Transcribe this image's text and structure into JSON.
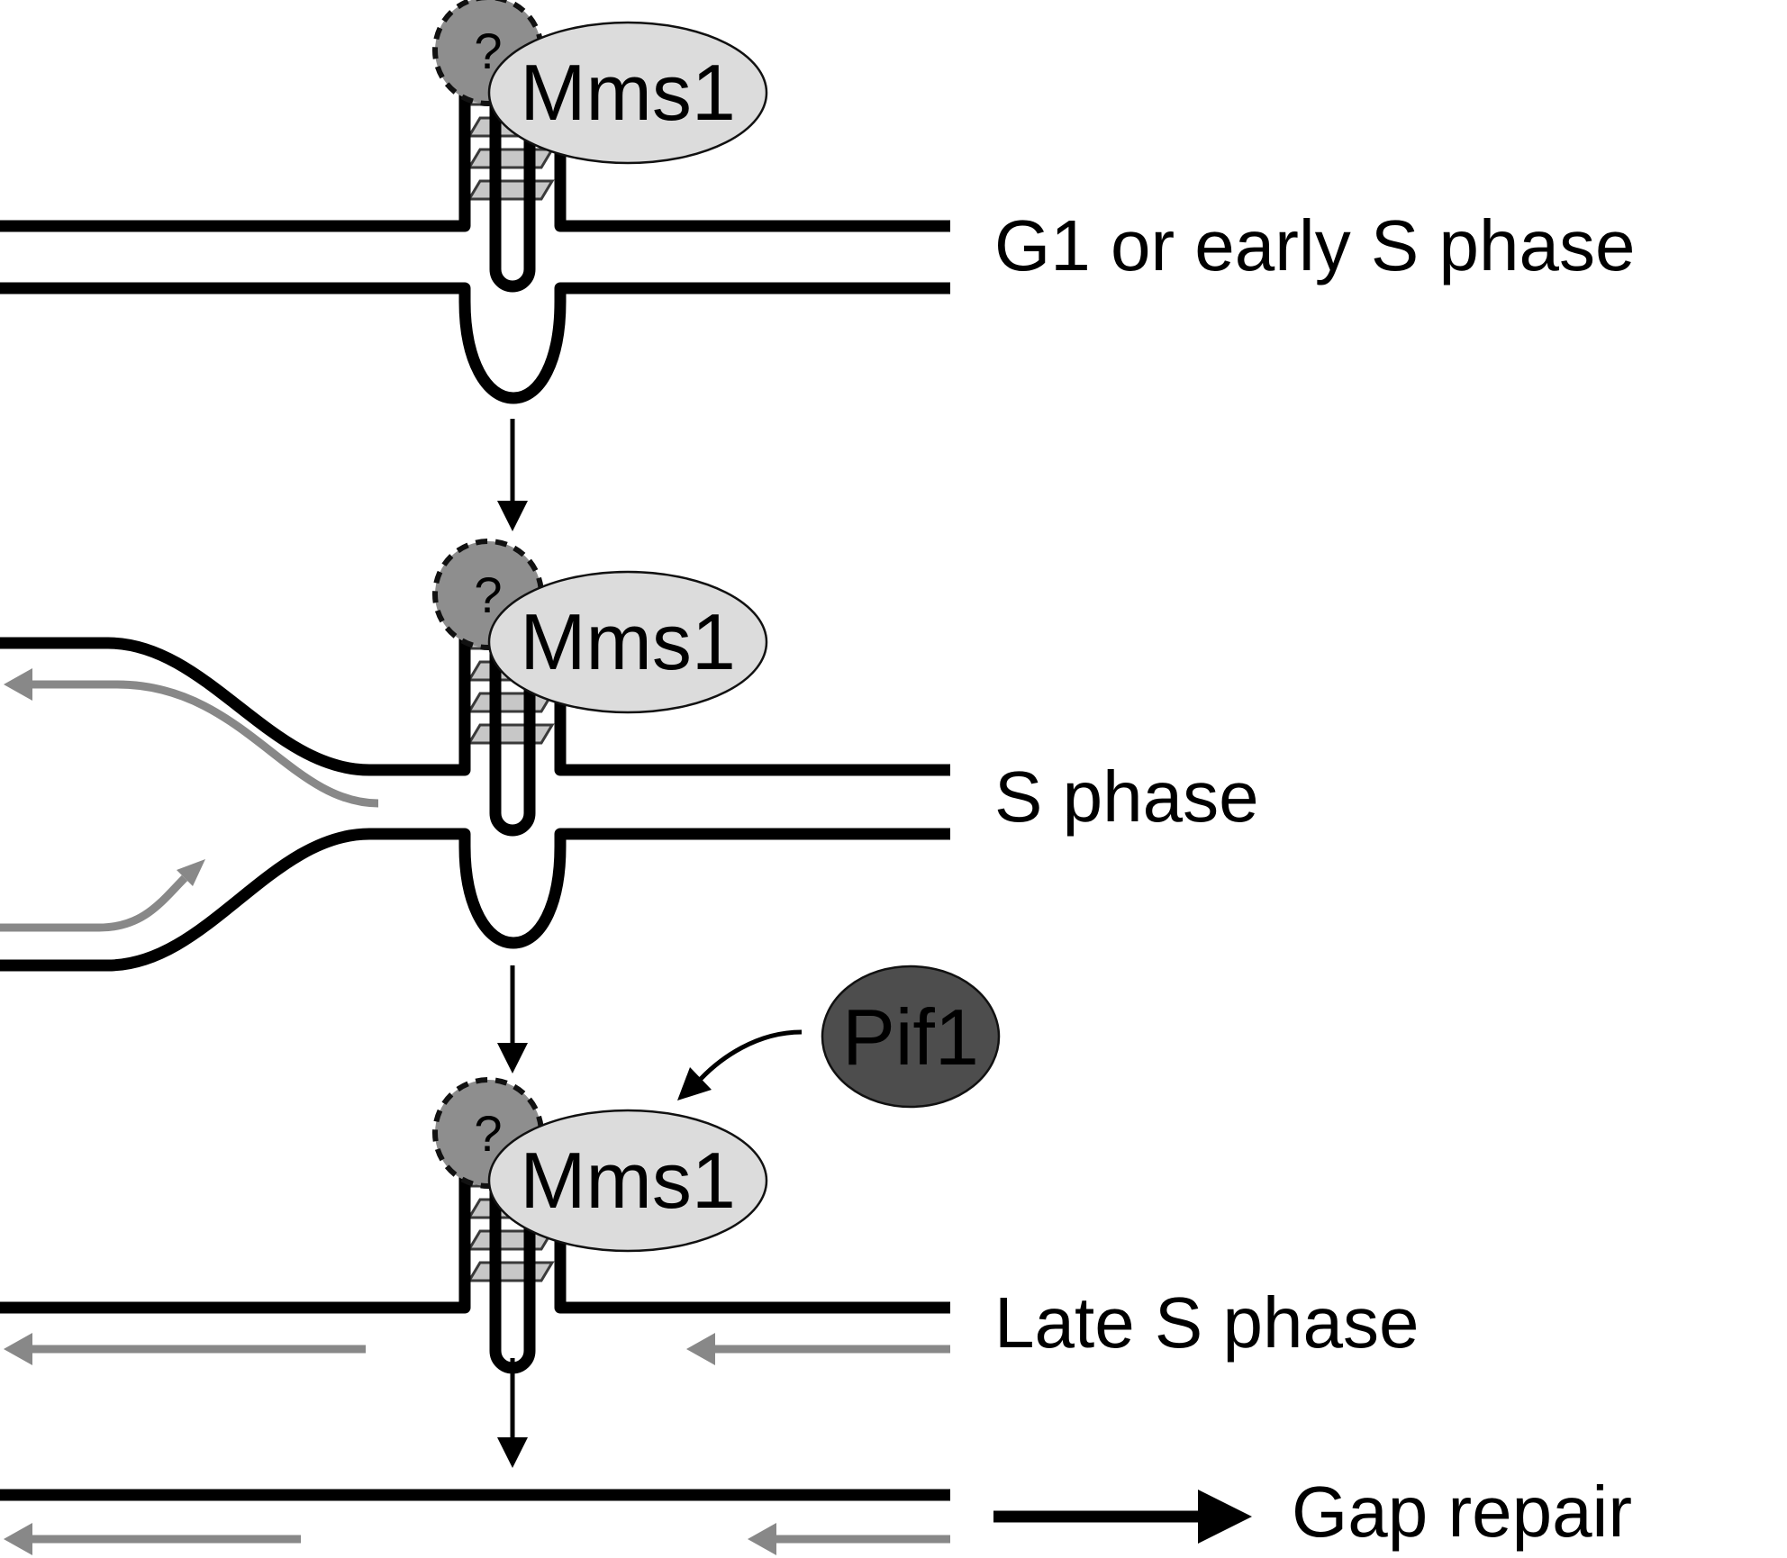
{
  "stages": [
    {
      "id": "g1",
      "label": "G1 or early S phase"
    },
    {
      "id": "s",
      "label": "S phase"
    },
    {
      "id": "late-s",
      "label": "Late S phase"
    }
  ],
  "proteins": {
    "mms1": "Mms1",
    "unknown": "?",
    "pif1": "Pif1"
  },
  "outcome": {
    "label": "Gap repair"
  },
  "colors": {
    "dna_strand": "#000000",
    "nascent_strand": "#888888",
    "mms1": "#dcdcdc",
    "unknown_factor": "#8e8e8e",
    "pif1": "#4d4d4d",
    "g_quadruplex": "#c7c7c7"
  }
}
